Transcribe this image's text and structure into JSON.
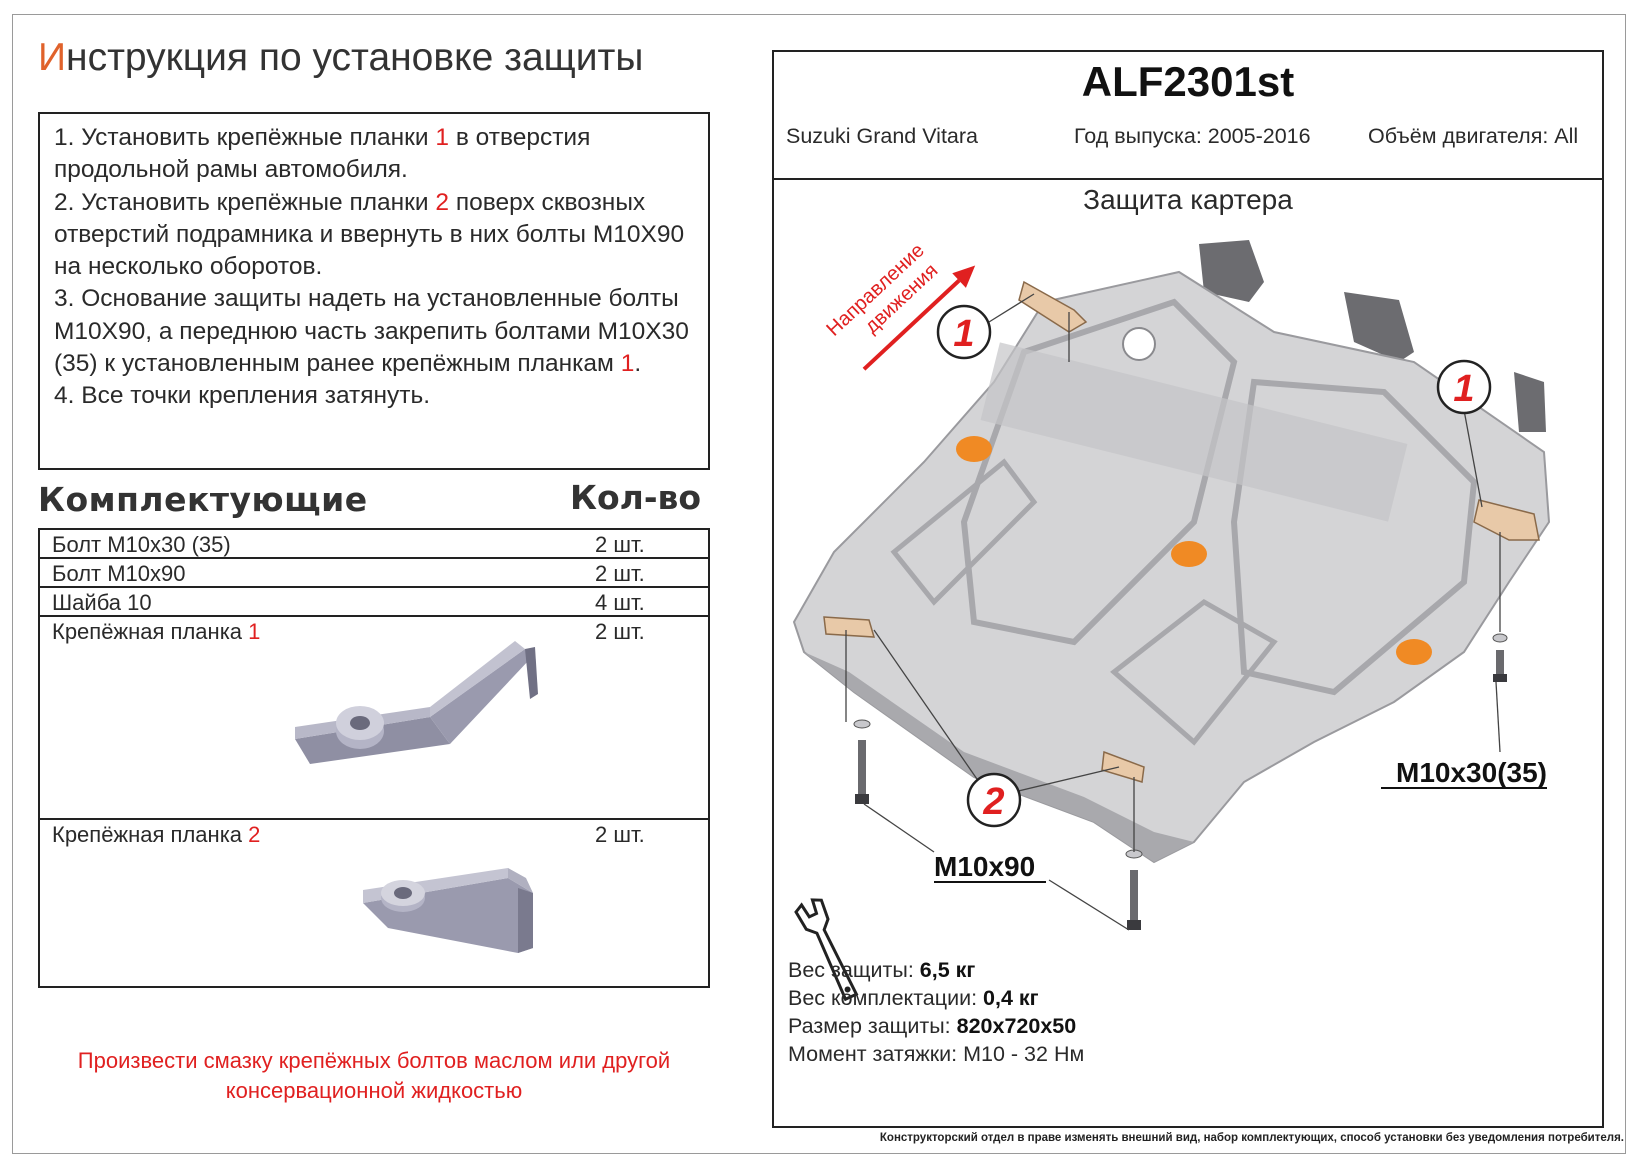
{
  "title": {
    "first_letter": "И",
    "rest": "нструкция по установке защиты"
  },
  "instructions": [
    {
      "before": "1. Установить крепёжные планки ",
      "ref": "1",
      "after": " в отверстия продольной рамы автомобиля."
    },
    {
      "before": "2. Установить крепёжные планки ",
      "ref": "2",
      "after": " поверх сквозных отверстий подрамника и ввернуть в них болты M10X90 на несколько оборотов."
    },
    {
      "before": "3. Основание защиты надеть на установленные болты M10X90, а переднюю часть закрепить болтами M10X30 (35) к установленным ранее крепёжным планкам ",
      "ref": "1",
      "after": "."
    },
    {
      "before": "4. Все точки крепления затянуть.",
      "ref": "",
      "after": ""
    }
  ],
  "kit": {
    "heading": "Комплектующие",
    "qty_heading": "Кол-во",
    "items": [
      {
        "name": "Болт M10x30 (35)",
        "ref": "",
        "qty": "2 шт."
      },
      {
        "name": "Болт M10x90",
        "ref": "",
        "qty": "2 шт."
      },
      {
        "name": "Шайба 10",
        "ref": "",
        "qty": "4 шт."
      },
      {
        "name": "Крепёжная планка ",
        "ref": "1",
        "qty": "2 шт."
      },
      {
        "name": "Крепёжная планка ",
        "ref": "2",
        "qty": "2 шт."
      }
    ]
  },
  "note": "Произвести смазку крепёжных болтов маслом или другой консервационной жидкостью",
  "product": {
    "code": "ALF2301st",
    "car": "Suzuki Grand Vitara",
    "year": "Год выпуска: 2005-2016",
    "engine": "Объём двигателя: All"
  },
  "drawing": {
    "title": "Защита картера",
    "direction": {
      "line1": "Направление",
      "line2": "движения"
    },
    "callouts": [
      "1",
      "1",
      "2"
    ],
    "bolt_labels": {
      "front": "M10x30(35)",
      "rear": "M10x90"
    },
    "colors": {
      "plate": "#d4d4d6",
      "accent": "#f08a24",
      "callout": "#e02020",
      "bracket": "#e8c9a8"
    }
  },
  "specs": [
    {
      "label": "Вес защиты: ",
      "value": "6,5 кг"
    },
    {
      "label": "Вес комплектации: ",
      "value": "0,4 кг"
    },
    {
      "label": "Размер защиты: ",
      "value": "820x720x50"
    },
    {
      "label": "Момент затяжки: ",
      "value": "M10 - 32 Нм",
      "plain": true
    }
  ],
  "disclaimer": "Конструкторский отдел в праве изменять внешний вид, набор комплектующих, способ установки без уведомления потребителя."
}
